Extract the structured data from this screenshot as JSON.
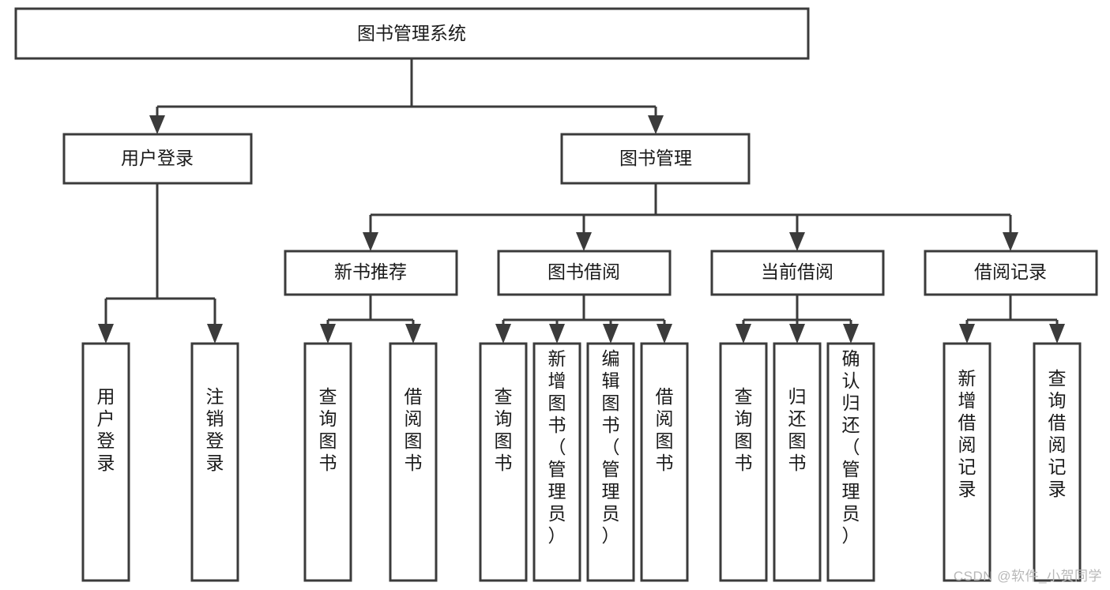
{
  "diagram": {
    "type": "tree",
    "title": "图书管理系统",
    "watermark": "CSDN @软件_小贺同学",
    "colors": {
      "box_stroke": "#3b3b3b",
      "box_fill": "#ffffff",
      "text": "#1a1a1a",
      "background": "#ffffff",
      "watermark": "#b8b8b8"
    },
    "levels": {
      "root": "图书管理系统",
      "level2": [
        "用户登录",
        "图书管理"
      ],
      "level3": [
        "新书推荐",
        "图书借阅",
        "当前借阅",
        "借阅记录"
      ]
    },
    "nodes": {
      "root": {
        "label": "图书管理系统",
        "orientation": "horizontal"
      },
      "user_login": {
        "label": "用户登录",
        "orientation": "horizontal"
      },
      "book_manage": {
        "label": "图书管理",
        "orientation": "horizontal"
      },
      "new_book_rec": {
        "label": "新书推荐",
        "orientation": "horizontal"
      },
      "book_borrow": {
        "label": "图书借阅",
        "orientation": "horizontal"
      },
      "current_borrow": {
        "label": "当前借阅",
        "orientation": "horizontal"
      },
      "borrow_record": {
        "label": "借阅记录",
        "orientation": "horizontal"
      },
      "leaf_1": {
        "label": "用户登录",
        "orientation": "vertical"
      },
      "leaf_2": {
        "label": "注销登录",
        "orientation": "vertical"
      },
      "leaf_3": {
        "label": "查询图书",
        "orientation": "vertical"
      },
      "leaf_4": {
        "label": "借阅图书",
        "orientation": "vertical"
      },
      "leaf_5": {
        "label": "查询图书",
        "orientation": "vertical"
      },
      "leaf_6": {
        "label": "新增图书（管理员）",
        "orientation": "vertical"
      },
      "leaf_7": {
        "label": "编辑图书（管理员）",
        "orientation": "vertical"
      },
      "leaf_8": {
        "label": "借阅图书",
        "orientation": "vertical"
      },
      "leaf_9": {
        "label": "查询图书",
        "orientation": "vertical"
      },
      "leaf_10": {
        "label": "归还图书",
        "orientation": "vertical"
      },
      "leaf_11": {
        "label": "确认归还（管理员）",
        "orientation": "vertical"
      },
      "leaf_12": {
        "label": "新增借阅记录",
        "orientation": "vertical"
      },
      "leaf_13": {
        "label": "查询借阅记录",
        "orientation": "vertical"
      }
    },
    "edges": [
      {
        "from": "图书管理系统",
        "to": "用户登录"
      },
      {
        "from": "图书管理系统",
        "to": "图书管理"
      },
      {
        "from": "用户登录",
        "to": "用户登录"
      },
      {
        "from": "用户登录",
        "to": "注销登录"
      },
      {
        "from": "图书管理",
        "to": "新书推荐"
      },
      {
        "from": "图书管理",
        "to": "图书借阅"
      },
      {
        "from": "图书管理",
        "to": "当前借阅"
      },
      {
        "from": "图书管理",
        "to": "借阅记录"
      },
      {
        "from": "新书推荐",
        "to": "查询图书"
      },
      {
        "from": "新书推荐",
        "to": "借阅图书"
      },
      {
        "from": "图书借阅",
        "to": "查询图书"
      },
      {
        "from": "图书借阅",
        "to": "新增图书（管理员）"
      },
      {
        "from": "图书借阅",
        "to": "编辑图书（管理员）"
      },
      {
        "from": "图书借阅",
        "to": "借阅图书"
      },
      {
        "from": "当前借阅",
        "to": "查询图书"
      },
      {
        "from": "当前借阅",
        "to": "归还图书"
      },
      {
        "from": "当前借阅",
        "to": "确认归还（管理员）"
      },
      {
        "from": "借阅记录",
        "to": "新增借阅记录"
      },
      {
        "from": "借阅记录",
        "to": "查询借阅记录"
      }
    ]
  }
}
